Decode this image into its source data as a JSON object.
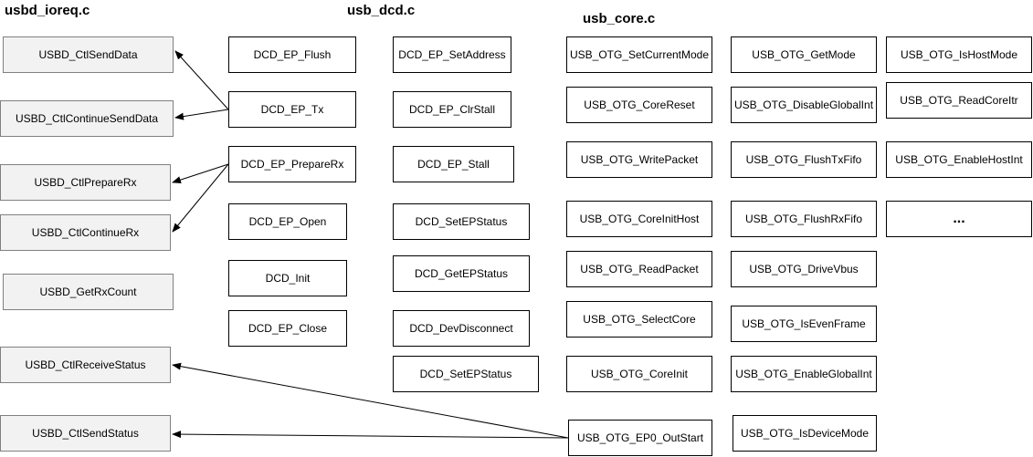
{
  "headings": {
    "usbd_ioreq": "usbd_ioreq.c",
    "usb_dcd": "usb_dcd.c",
    "usb_core": "usb_core.c"
  },
  "ioreq": [
    "USBD_CtlSendData",
    "USBD_CtlContinueSendData",
    "USBD_CtlPrepareRx",
    "USBD_CtlContinueRx",
    "USBD_GetRxCount",
    "USBD_CtlReceiveStatus",
    "USBD_CtlSendStatus"
  ],
  "dcd_col1": [
    "DCD_EP_Flush",
    "DCD_EP_Tx",
    "DCD_EP_PrepareRx",
    "DCD_EP_Open",
    "DCD_Init",
    "DCD_EP_Close"
  ],
  "dcd_col2": [
    "DCD_EP_SetAddress",
    "DCD_EP_ClrStall",
    "DCD_EP_Stall",
    "DCD_SetEPStatus",
    "DCD_GetEPStatus",
    "DCD_DevDisconnect",
    "DCD_SetEPStatus"
  ],
  "core_col1": [
    "USB_OTG_SetCurrentMode",
    "USB_OTG_CoreReset",
    "USB_OTG_WritePacket",
    "USB_OTG_CoreInitHost",
    "USB_OTG_ReadPacket",
    "USB_OTG_SelectCore",
    "USB_OTG_CoreInit",
    "USB_OTG_EP0_OutStart"
  ],
  "core_col2": [
    "USB_OTG_GetMode",
    "USB_OTG_DisableGlobalInt",
    "USB_OTG_FlushTxFifo",
    "USB_OTG_FlushRxFifo",
    "USB_OTG_DriveVbus",
    "USB_OTG_IsEvenFrame",
    "USB_OTG_EnableGlobalInt",
    "USB_OTG_IsDeviceMode"
  ],
  "core_col3": [
    "USB_OTG_IsHostMode",
    "USB_OTG_ReadCoreItr",
    "USB_OTG_EnableHostInt",
    "..."
  ],
  "edges": [
    {
      "from": "DCD_EP_Tx",
      "to": "USBD_CtlSendData"
    },
    {
      "from": "DCD_EP_Tx",
      "to": "USBD_CtlContinueSendData"
    },
    {
      "from": "DCD_EP_PrepareRx",
      "to": "USBD_CtlPrepareRx"
    },
    {
      "from": "DCD_EP_PrepareRx",
      "to": "USBD_CtlContinueRx"
    },
    {
      "from": "USB_OTG_EP0_OutStart",
      "to": "USBD_CtlReceiveStatus"
    },
    {
      "from": "USB_OTG_EP0_OutStart",
      "to": "USBD_CtlSendStatus"
    }
  ]
}
